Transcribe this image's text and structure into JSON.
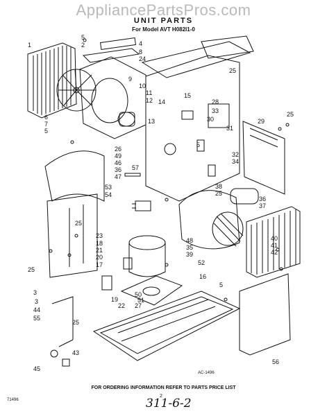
{
  "watermark": "AppliancePartsPros.com",
  "title": "UNIT PARTS",
  "model_line": "For Model AVT H082I1-0",
  "drawing_code": "AC-1496",
  "footer_note": "FOR ORDERING INFORMATION REFER TO PARTS PRICE LIST",
  "date_code": "71496",
  "page_number": "2",
  "handwritten_note": "311-6-2",
  "callouts": [
    "1",
    "5",
    "2",
    "4",
    "8",
    "24",
    "6",
    "7",
    "5",
    "9",
    "10",
    "11",
    "12",
    "14",
    "15",
    "13",
    "25",
    "28",
    "33",
    "30",
    "31",
    "29",
    "25",
    "5",
    "26",
    "49",
    "46",
    "36",
    "47",
    "57",
    "3",
    "32",
    "34",
    "53",
    "54",
    "38",
    "25",
    "36",
    "37",
    "25",
    "25",
    "23",
    "18",
    "21",
    "20",
    "17",
    "19",
    "22",
    "48",
    "35",
    "39",
    "52",
    "16",
    "50",
    "51",
    "27",
    "40",
    "41",
    "42",
    "5",
    "3",
    "44",
    "55",
    "25",
    "43",
    "45",
    "56"
  ]
}
